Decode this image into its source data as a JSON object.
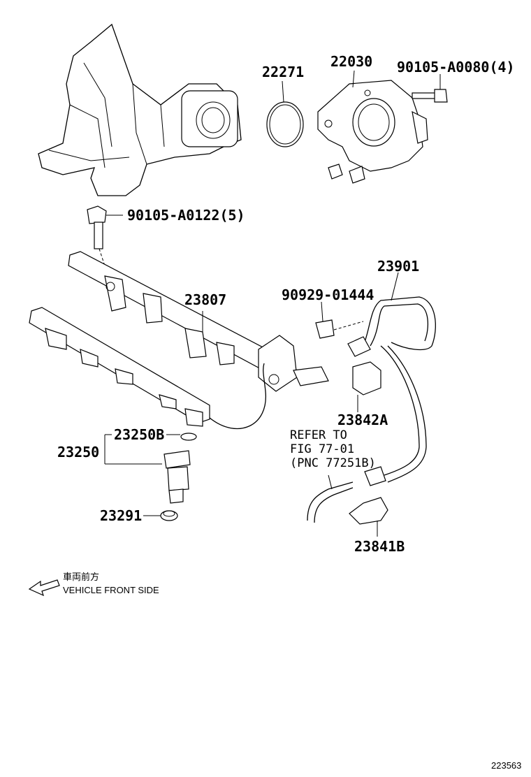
{
  "labels": {
    "p22271": "22271",
    "p22030": "22030",
    "p90105_a0080": "90105-A0080(4)",
    "p90105_a0122": "90105-A0122(5)",
    "p23901": "23901",
    "p23807": "23807",
    "p90929": "90929-01444",
    "p23842a": "23842A",
    "p23250b": "23250B",
    "p23250": "23250",
    "p23291": "23291",
    "p23841b": "23841B"
  },
  "reference": {
    "line1": "REFER TO",
    "line2": "FIG 77-01",
    "line3": "(PNC 77251B)"
  },
  "direction": {
    "japanese": "車両前方",
    "english": "VEHICLE FRONT SIDE"
  },
  "diagram_id": "223563"
}
